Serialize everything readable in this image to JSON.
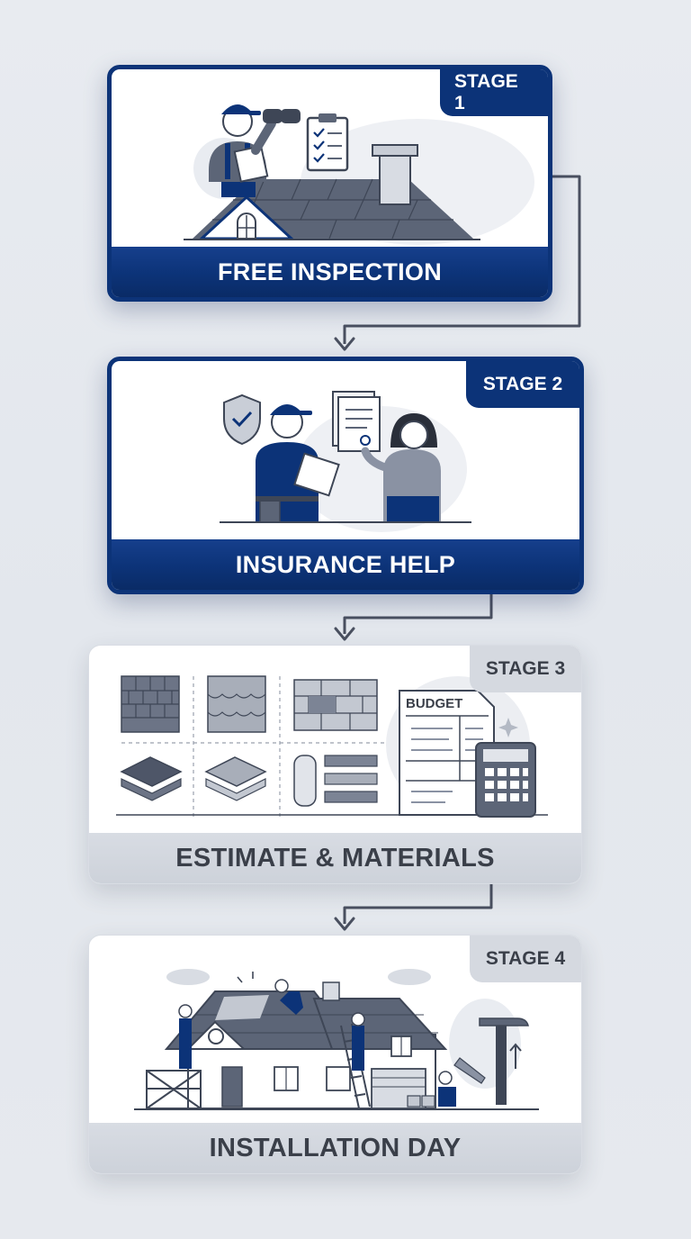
{
  "stages": [
    {
      "badge": "STAGE 1",
      "title": "FREE INSPECTION"
    },
    {
      "badge": "STAGE 2",
      "title": "INSURANCE HELP"
    },
    {
      "badge": "STAGE 3",
      "title": "ESTIMATE & MATERIALS",
      "doc_label": "BUDGET"
    },
    {
      "badge": "STAGE 4",
      "title": "INSTALLATION DAY"
    }
  ],
  "colors": {
    "navy": "#0c3378",
    "slate": "#5a6478",
    "grey_band": "#cdd2da",
    "connector": "#4a5060"
  },
  "icons": [
    "binoculars-icon",
    "clipboard-checklist-icon",
    "shield-check-icon",
    "document-icon",
    "calculator-icon",
    "hammer-icon",
    "up-arrow-icon"
  ]
}
